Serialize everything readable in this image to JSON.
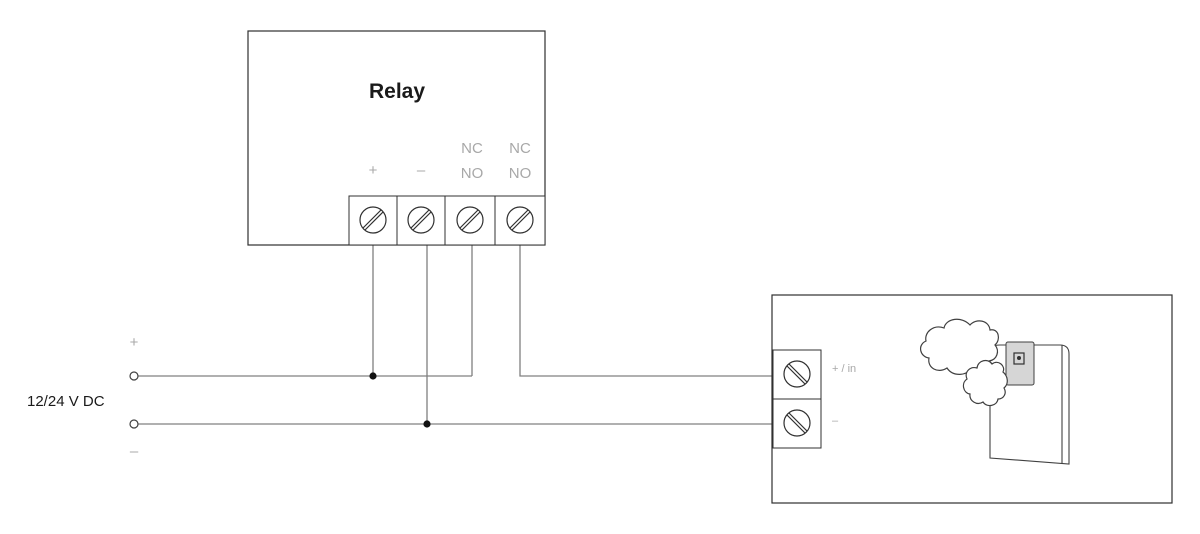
{
  "relay": {
    "title": "Relay",
    "terminals": [
      {
        "label": "+",
        "label2": ""
      },
      {
        "label": "–",
        "label2": ""
      },
      {
        "label": "NC",
        "label2": "NO"
      },
      {
        "label": "NC",
        "label2": "NO"
      }
    ]
  },
  "power_supply": {
    "label": "12/24 V DC",
    "plus": "+",
    "minus": "–"
  },
  "detector": {
    "terminals": [
      {
        "label": "+ / in"
      },
      {
        "label": "–"
      }
    ]
  }
}
